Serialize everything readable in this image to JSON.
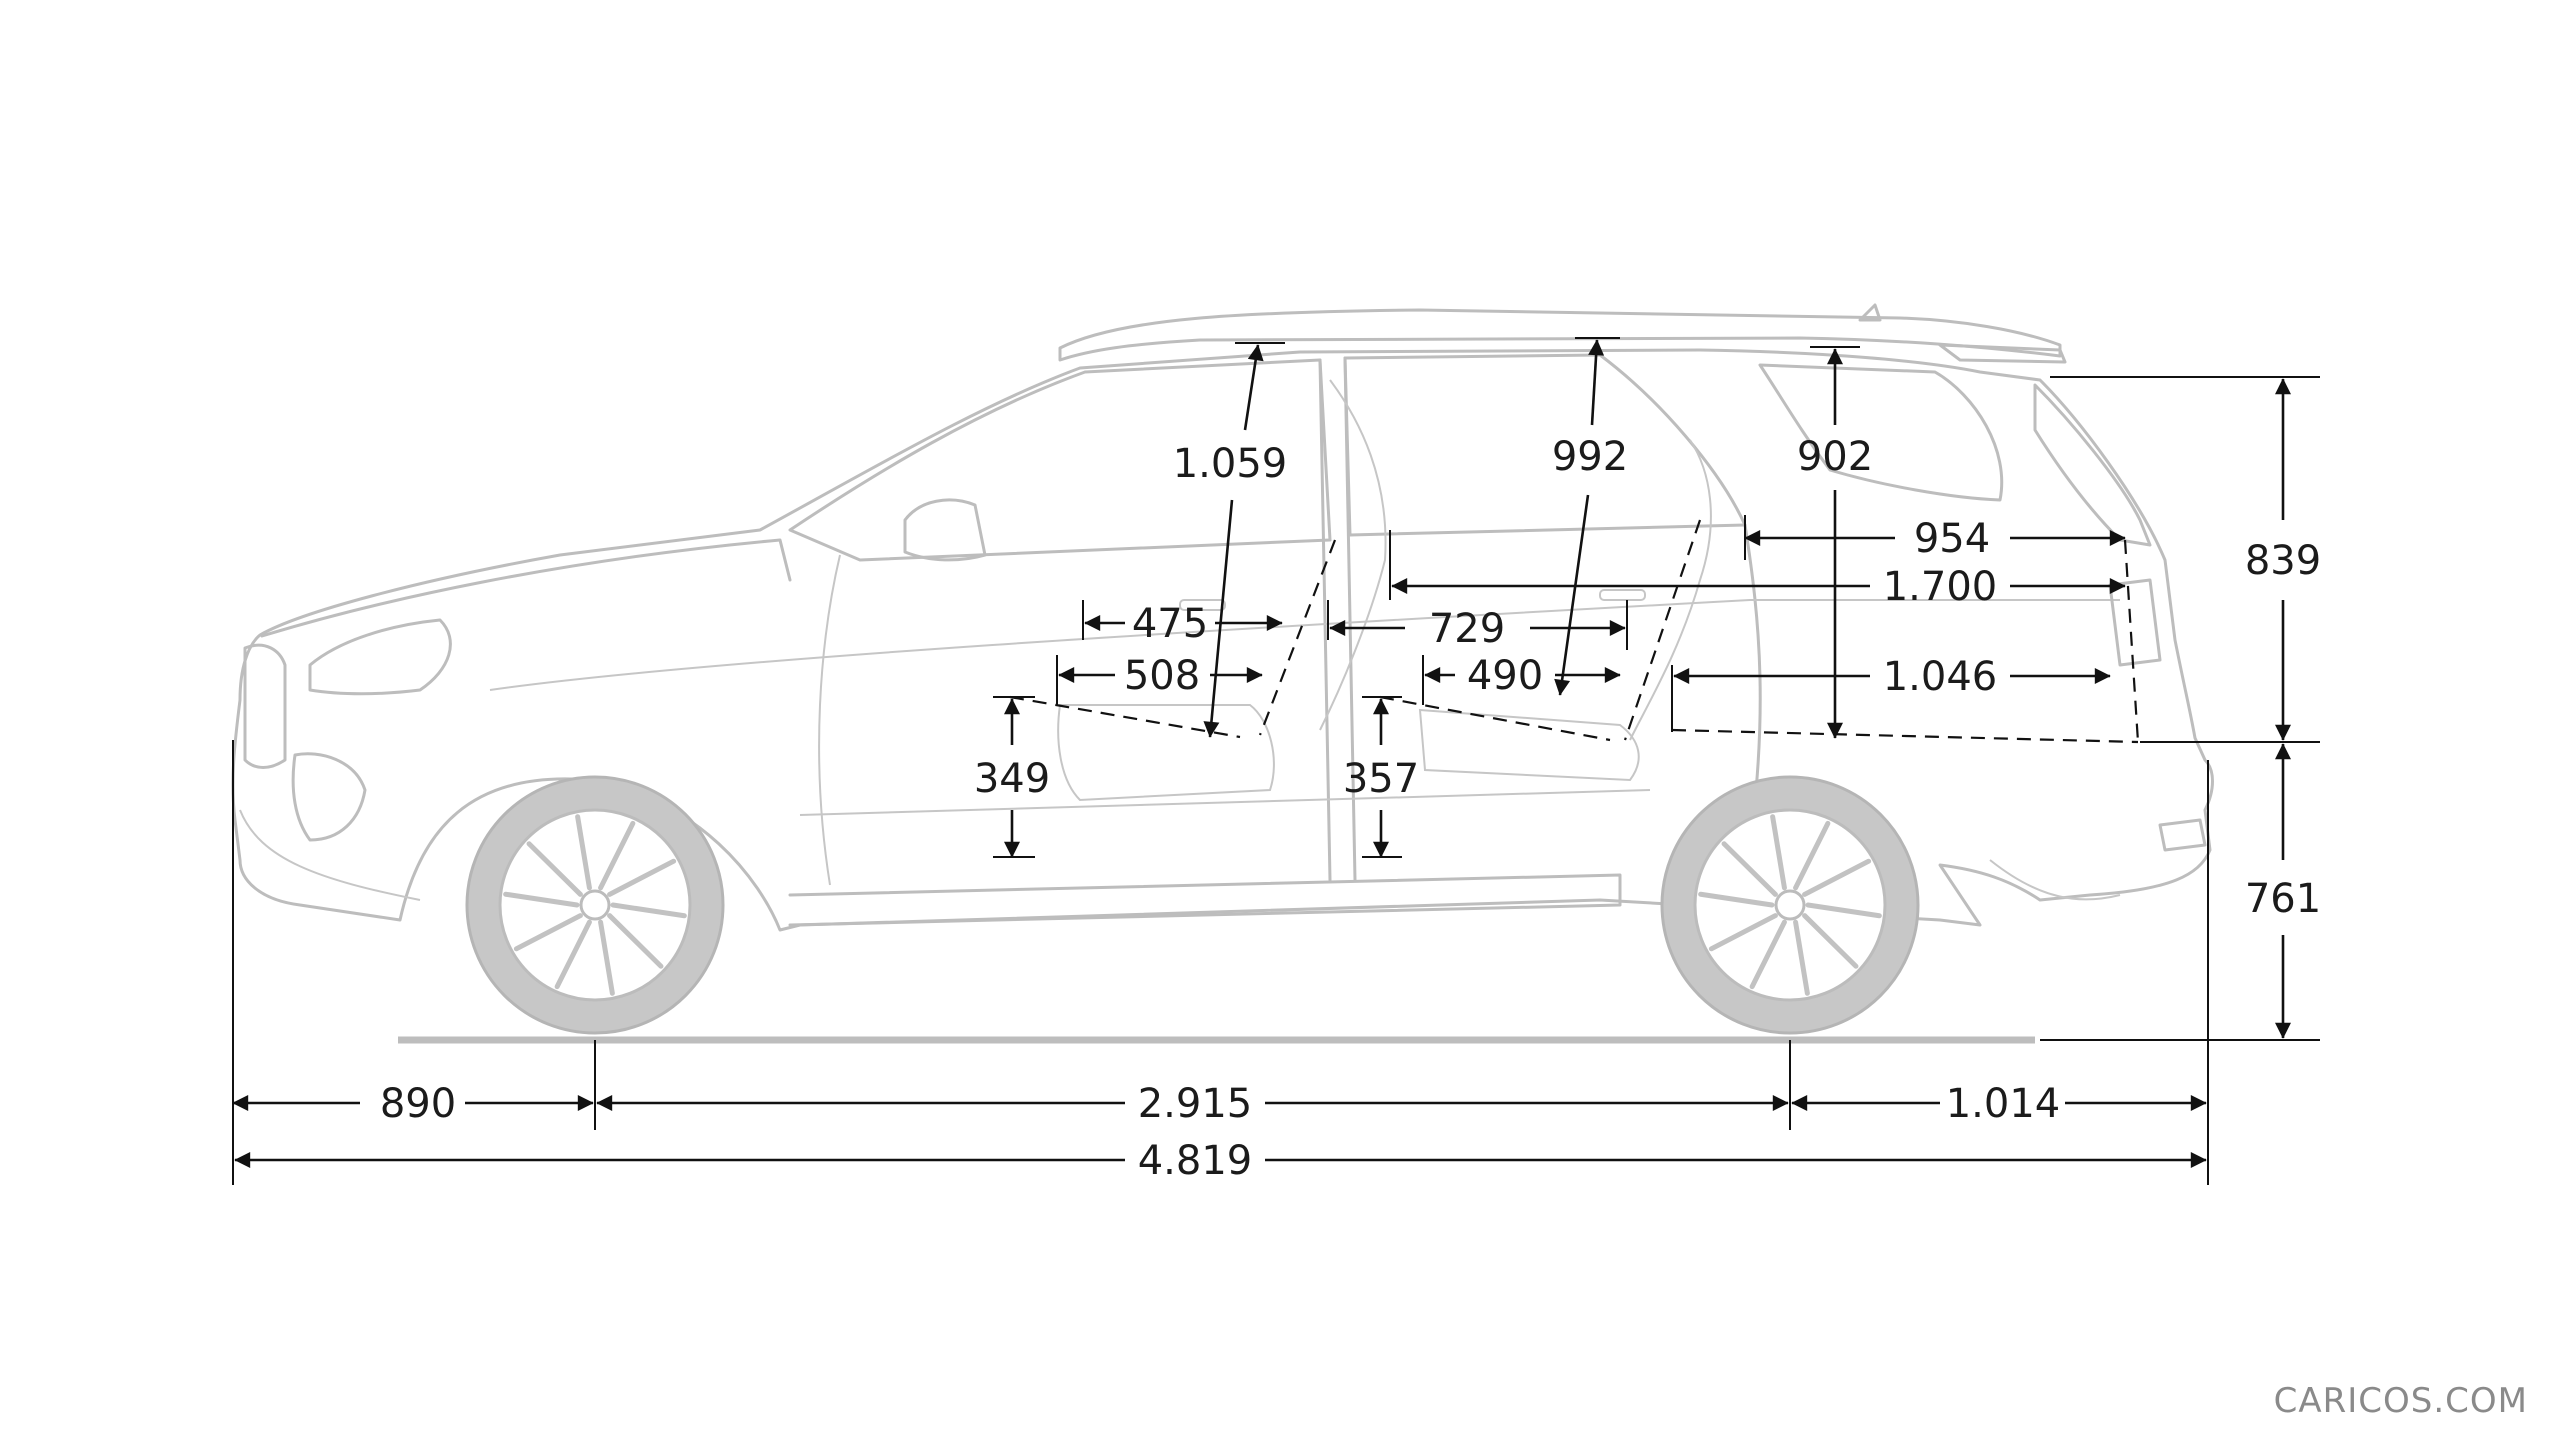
{
  "diagram": {
    "units_note": "",
    "dimensions": [
      {
        "id": "front_overhang",
        "label": "890"
      },
      {
        "id": "wheelbase",
        "label": "2.915"
      },
      {
        "id": "rear_overhang",
        "label": "1.014"
      },
      {
        "id": "overall_length",
        "label": "4.819"
      },
      {
        "id": "height_upper",
        "label": "839"
      },
      {
        "id": "height_lower",
        "label": "761"
      },
      {
        "id": "front_headroom",
        "label": "1.059"
      },
      {
        "id": "rear_headroom",
        "label": "992"
      },
      {
        "id": "cargo_height",
        "label": "902"
      },
      {
        "id": "cargo_length_upper",
        "label": "954"
      },
      {
        "id": "cargo_length_folded",
        "label": "1.700"
      },
      {
        "id": "cargo_floor_length",
        "label": "1.046"
      },
      {
        "id": "front_cushion_depth",
        "label": "475"
      },
      {
        "id": "front_seat_depth",
        "label": "508"
      },
      {
        "id": "front_seat_height",
        "label": "349"
      },
      {
        "id": "rear_legroom",
        "label": "729"
      },
      {
        "id": "rear_seat_depth",
        "label": "490"
      },
      {
        "id": "rear_seat_height",
        "label": "357"
      }
    ]
  },
  "watermark": {
    "text": "CARICOS.COM"
  },
  "colors": {
    "car_outline": "#bdbdbd",
    "dimension_lines": "#111111",
    "background": "#ffffff"
  }
}
